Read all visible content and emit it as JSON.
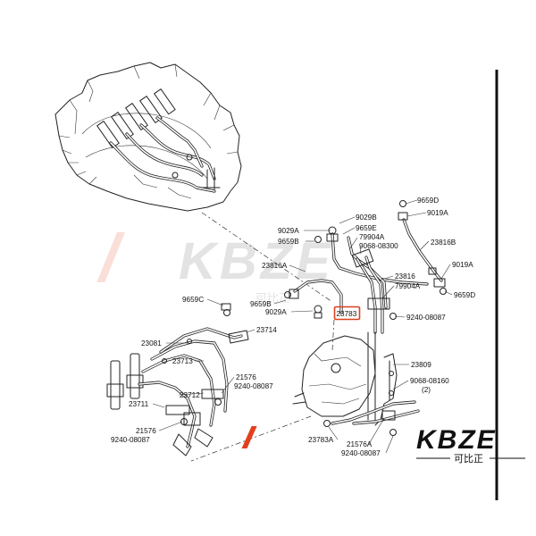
{
  "labels": [
    {
      "id": "l-9659D-top",
      "text": "9659D"
    },
    {
      "id": "l-9019A-top",
      "text": "9019A"
    },
    {
      "id": "l-9029B",
      "text": "9029B"
    },
    {
      "id": "l-9029A-1",
      "text": "9029A"
    },
    {
      "id": "l-9659E",
      "text": "9659E"
    },
    {
      "id": "l-9659B-1",
      "text": "9659B"
    },
    {
      "id": "l-79904A-1",
      "text": "79904A"
    },
    {
      "id": "l-9068-08300",
      "text": "9068-08300"
    },
    {
      "id": "l-23816B",
      "text": "23816B"
    },
    {
      "id": "l-9019A-mid",
      "text": "9019A"
    },
    {
      "id": "l-23816A",
      "text": "23816A"
    },
    {
      "id": "l-23816",
      "text": "23816"
    },
    {
      "id": "l-79904A-2",
      "text": "79904A"
    },
    {
      "id": "l-9659D-mid",
      "text": "9659D"
    },
    {
      "id": "l-9659C",
      "text": "9659C"
    },
    {
      "id": "l-9659B-2",
      "text": "9659B"
    },
    {
      "id": "l-9029A-2",
      "text": "9029A"
    },
    {
      "id": "l-23783",
      "text": "23783"
    },
    {
      "id": "l-9240-08087-1",
      "text": "9240-08087"
    },
    {
      "id": "l-23714",
      "text": "23714"
    },
    {
      "id": "l-23081",
      "text": "23081"
    },
    {
      "id": "l-23713",
      "text": "23713"
    },
    {
      "id": "l-23809",
      "text": "23809"
    },
    {
      "id": "l-21576-1",
      "text": "21576"
    },
    {
      "id": "l-9240-08087-2",
      "text": "9240-08087"
    },
    {
      "id": "l-23712",
      "text": "23712"
    },
    {
      "id": "l-9068-08160",
      "text": "9068-08160"
    },
    {
      "id": "l-qty-2",
      "text": "(2)"
    },
    {
      "id": "l-23711",
      "text": "23711"
    },
    {
      "id": "l-21576-2",
      "text": "21576"
    },
    {
      "id": "l-9240-08087-3",
      "text": "9240-08087"
    },
    {
      "id": "l-23783A",
      "text": "23783A"
    },
    {
      "id": "l-21576A",
      "text": "21576A"
    },
    {
      "id": "l-9240-08087-4",
      "text": "9240-08087"
    }
  ],
  "highlight": {
    "label": "23783",
    "color": "#d9411e"
  },
  "watermark": {
    "center_text": "KBZE",
    "center_sub": "可比正",
    "logo_text": "KBZE",
    "logo_sub": "可比正",
    "logo_color": "#111111",
    "accent_color": "#e2401c"
  }
}
